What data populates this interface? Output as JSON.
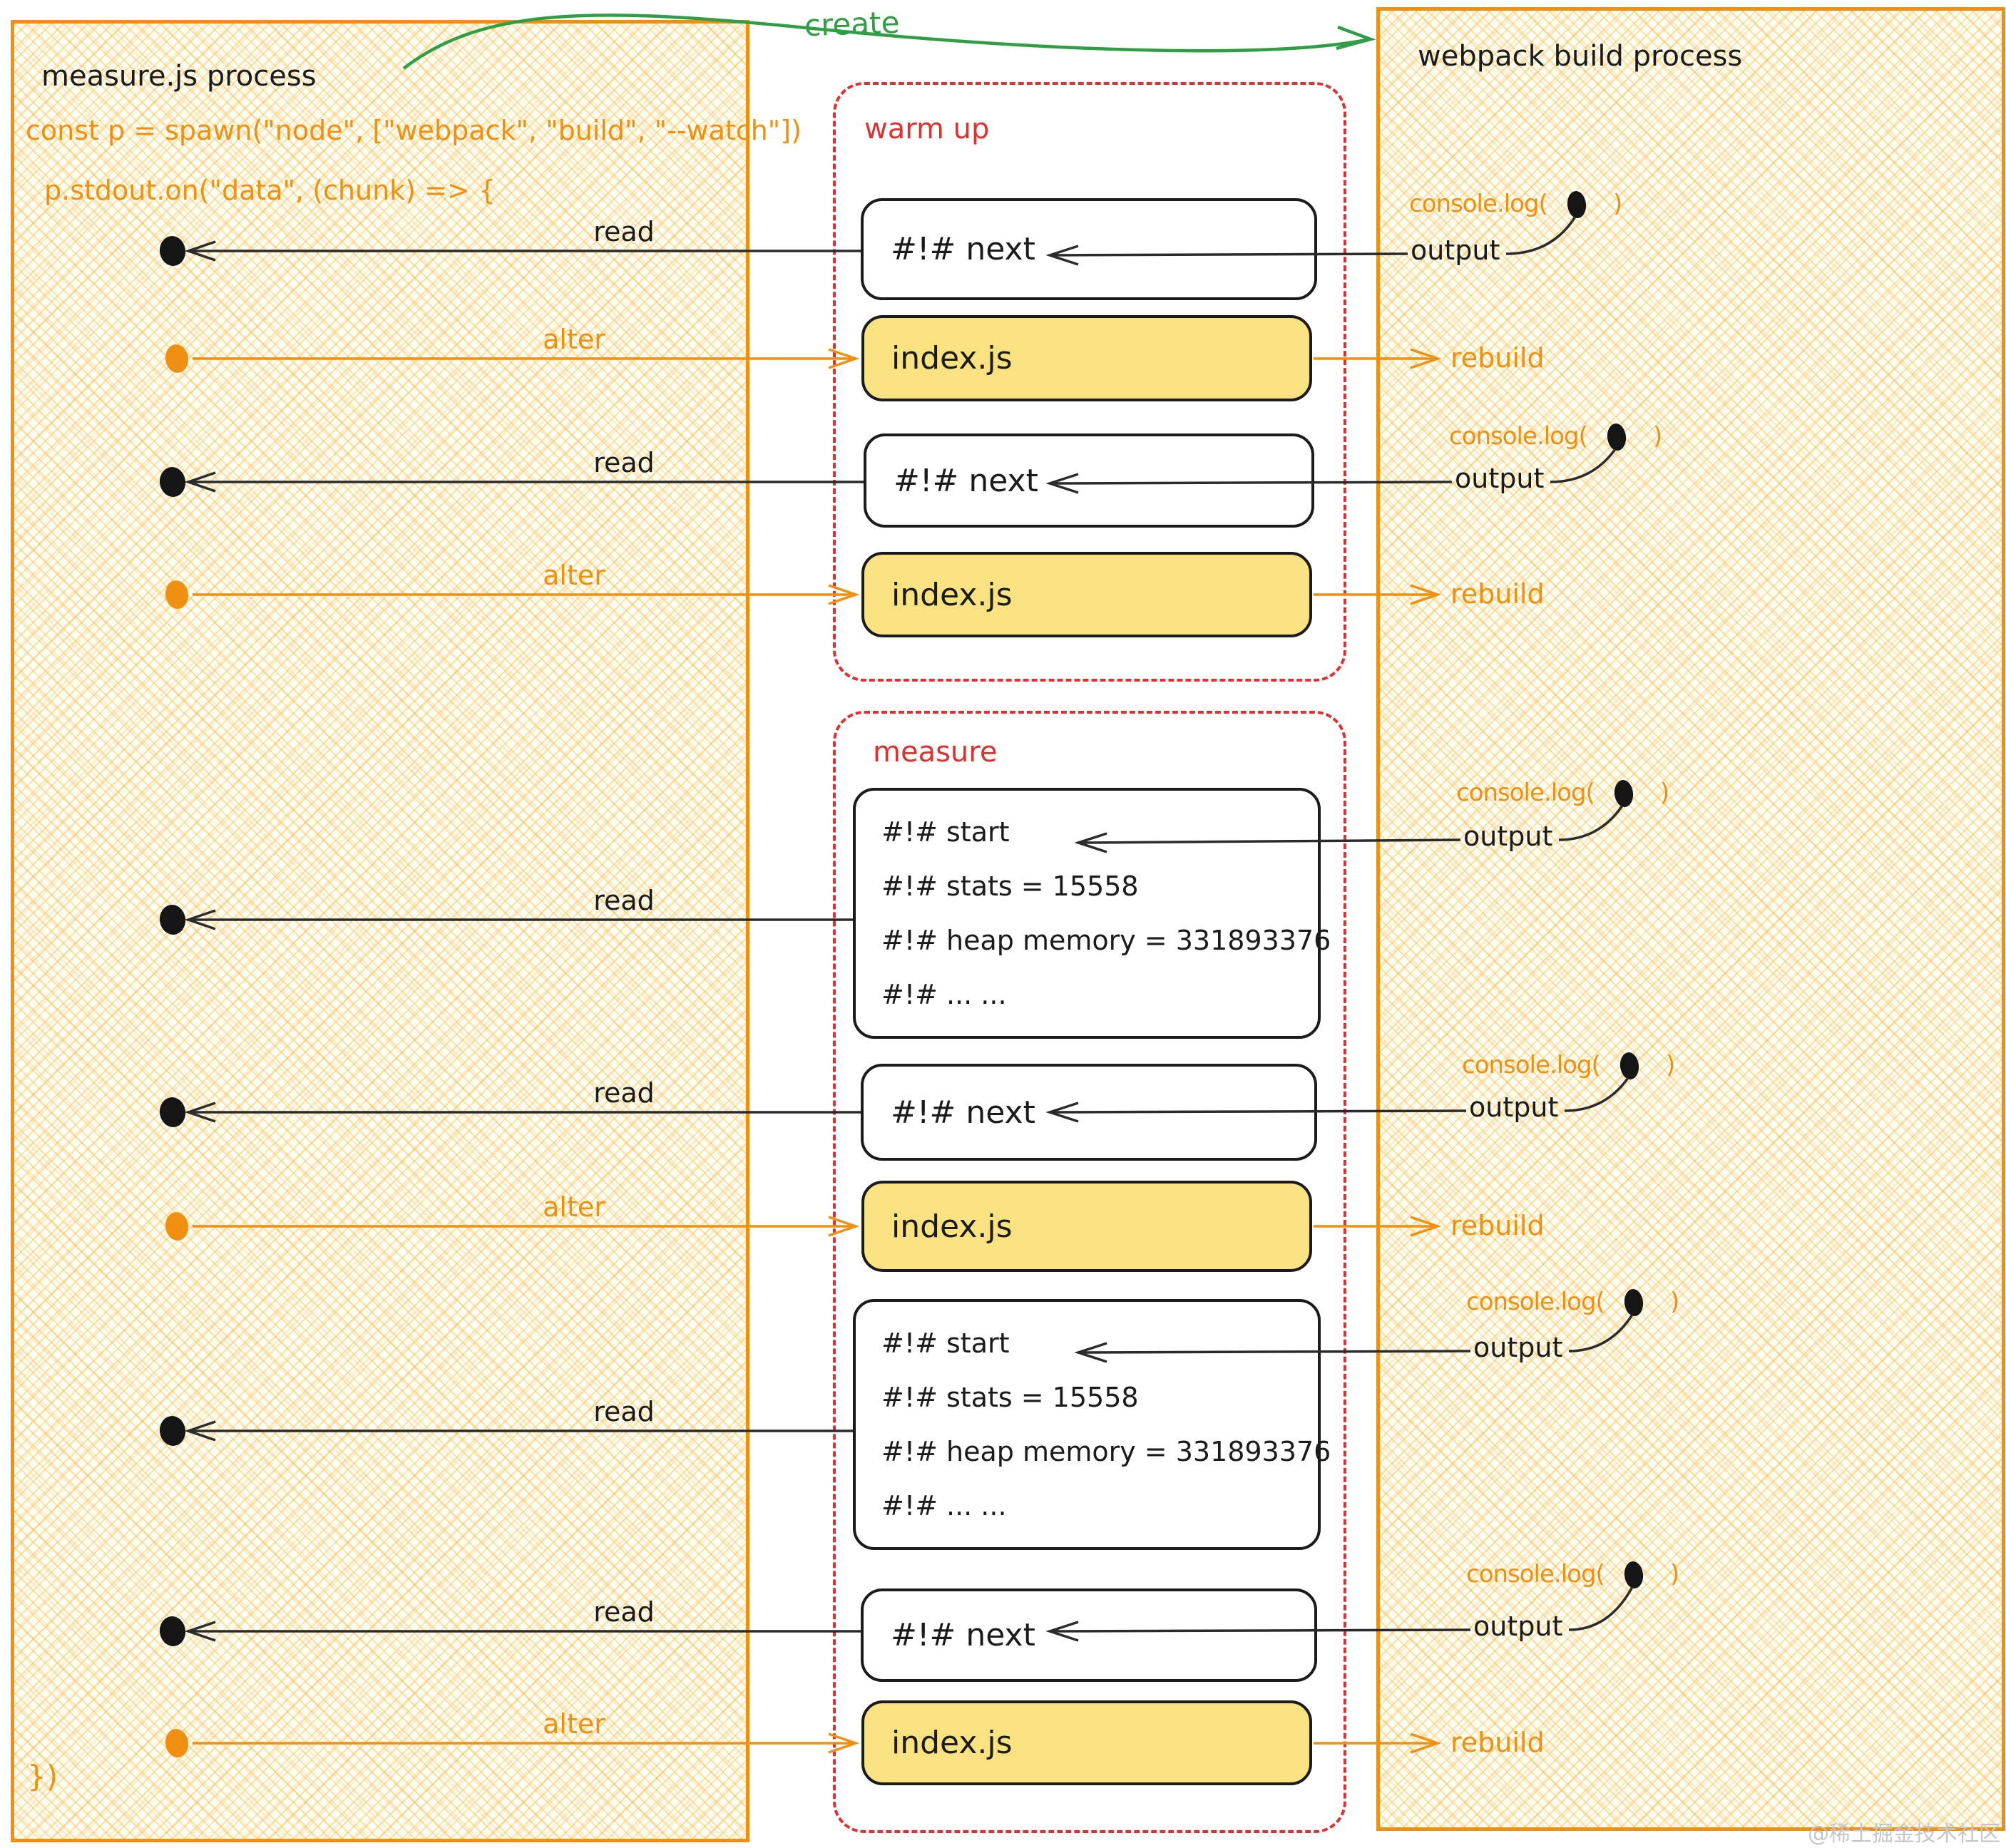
{
  "left_panel": {
    "title": "measure.js process",
    "code_line_1": "const p = spawn(\"node\", [\"webpack\", \"build\", \"--watch\"])",
    "code_line_2": "p.stdout.on(\"data\", (chunk) => {",
    "code_closing": "})"
  },
  "right_panel": {
    "title": "webpack build process"
  },
  "create_label": "create",
  "sections": {
    "warmup_label": "warm up",
    "measure_label": "measure"
  },
  "labels": {
    "read": "read",
    "alter": "alter",
    "output": "output",
    "rebuild": "rebuild",
    "console_log_open": "console.log(",
    "console_log_close": ")"
  },
  "boxes": {
    "next": "#!# next",
    "index": "index.js",
    "stats_lines": [
      "#!# start",
      "#!# stats = 15558",
      "#!# heap memory = 331893376",
      "#!# ... ..."
    ]
  },
  "colors": {
    "orange": "#ef9011",
    "red": "#e03131",
    "green": "#2f9e44",
    "black": "#1b1b1b",
    "box_yellow": "#f9e27f"
  },
  "watermark": "@稀土掘金技术社区"
}
